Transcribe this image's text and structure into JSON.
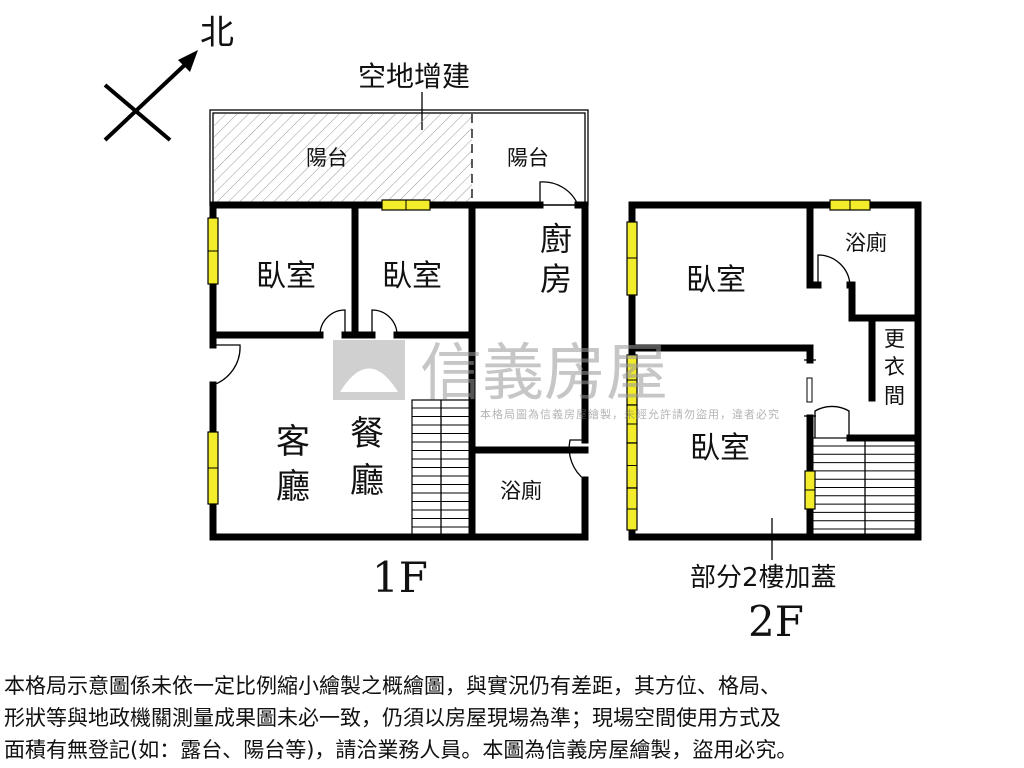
{
  "compass": {
    "north_label": "北"
  },
  "annotations": {
    "vacant_addition": "空地增建",
    "partial_2f_addition": "部分2樓加蓋"
  },
  "floor1": {
    "label": "1F",
    "rooms": {
      "balcony_left": "陽台",
      "balcony_right": "陽台",
      "bedroom_1": "臥室",
      "bedroom_2": "臥室",
      "kitchen": [
        "廚",
        "房"
      ],
      "living": [
        "客",
        "廳"
      ],
      "dining": [
        "餐",
        "廳"
      ],
      "bathroom": "浴廁"
    }
  },
  "floor2": {
    "label": "2F",
    "rooms": {
      "bedroom_1": "臥室",
      "bedroom_2": "臥室",
      "bathroom": "浴廁",
      "closet": [
        "更",
        "衣",
        "間"
      ]
    }
  },
  "watermark": {
    "brand": "信義房屋",
    "notice": "本格局圖為信義房屋繪製，未經允許請勿盜用，違者必究"
  },
  "colors": {
    "window": "#f2ec2a",
    "wall": "#000000",
    "watermark": "#b0b0b0"
  },
  "disclaimer": [
    "本格局示意圖係未依一定比例縮小繪製之概繪圖，與實況仍有差距，其方位、格局、",
    "形狀等與地政機關測量成果圖未必一致，仍須以房屋現場為準；現場空間使用方式及",
    "面積有無登記(如：露台、陽台等)，請洽業務人員。本圖為信義房屋繪製，盜用必究。"
  ]
}
